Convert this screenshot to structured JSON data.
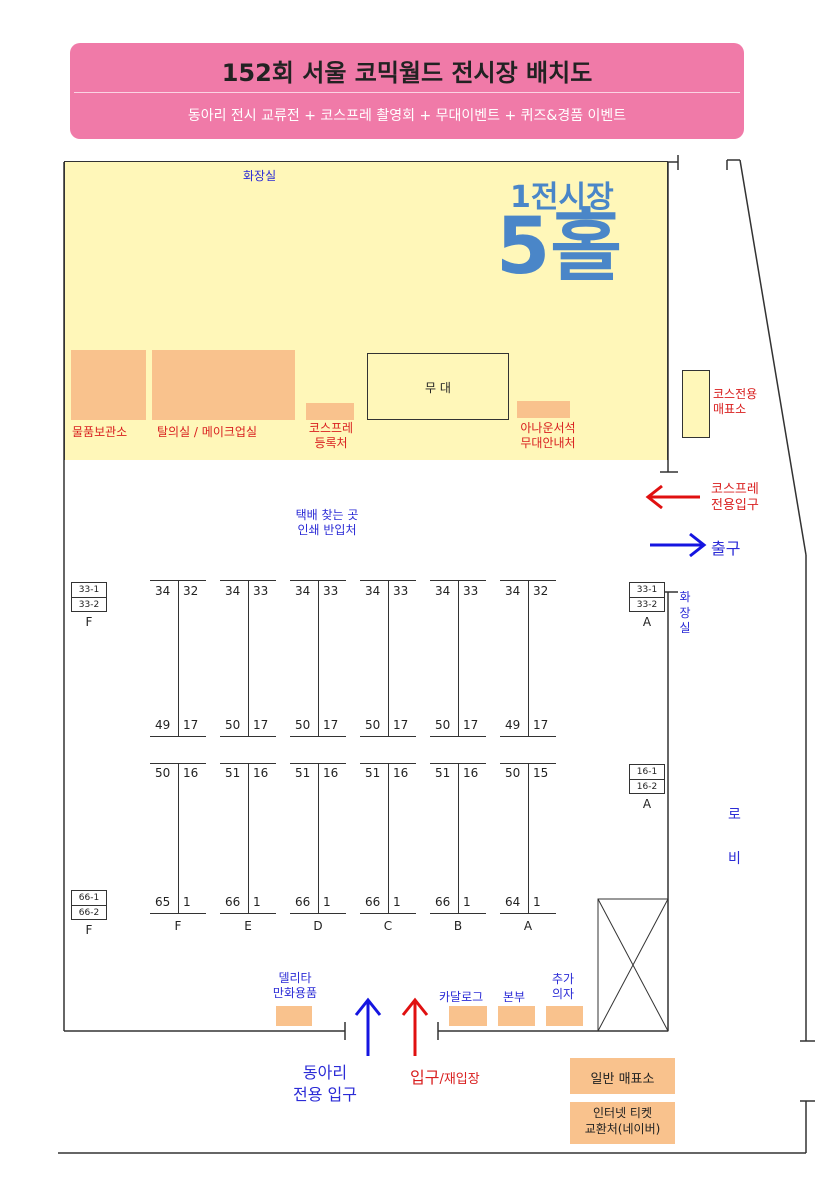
{
  "banner": {
    "title": "152회 서울 코믹월드 전시장 배치도",
    "subtitle": "동아리 전시 교류전 + 코스프레 촬영회 + 무대이벤트 + 퀴즈&경품 이벤트",
    "bg_color": "#f07aa8"
  },
  "hall": {
    "hall_label": "1전시장",
    "hall_number": "5홀",
    "toilet_top": "화장실",
    "stage": "무 대",
    "storage": "물품보관소",
    "dressing": "탈의실 / 메이크업실",
    "cos_register": "코스프레\n등록처",
    "announcer": "아나운서석\n무대안내처",
    "delivery": "택배 찾는 곳\n인쇄 반입처",
    "cos_ticket": "코스전용\n매표소",
    "cos_entrance": "코스프레\n전용입구",
    "exit": "출구",
    "toilet_side": "화\n장\n실",
    "lobby_1": "로",
    "lobby_2": "비",
    "delta": "델리타\n만화용품",
    "catalog": "카달로그",
    "hq": "본부",
    "extra_chairs": "추가\n의자",
    "club_entrance": "동아리\n전용 입구",
    "entrance_main": "입구",
    "entrance_re": "/재입장",
    "general_ticket": "일반 매표소",
    "internet_ticket": "인터넷 티켓\n교환처(네이버)",
    "colors": {
      "yellow_area": "#fff7b9",
      "booth": "#f9c28d",
      "blue_text": "#2b2bd6",
      "red_text": "#d92020",
      "hall_text": "#4a86c8"
    }
  },
  "booths": {
    "columns_top": [
      {
        "a": "34",
        "b": "32",
        "c": "49",
        "d": "17"
      },
      {
        "a": "34",
        "b": "33",
        "c": "50",
        "d": "17"
      },
      {
        "a": "34",
        "b": "33",
        "c": "50",
        "d": "17"
      },
      {
        "a": "34",
        "b": "33",
        "c": "50",
        "d": "17"
      },
      {
        "a": "34",
        "b": "33",
        "c": "50",
        "d": "17"
      },
      {
        "a": "34",
        "b": "32",
        "c": "49",
        "d": "17"
      }
    ],
    "columns_bottom": [
      {
        "a": "50",
        "b": "16",
        "c": "65",
        "d": "1",
        "row": "F"
      },
      {
        "a": "51",
        "b": "16",
        "c": "66",
        "d": "1",
        "row": "E"
      },
      {
        "a": "51",
        "b": "16",
        "c": "66",
        "d": "1",
        "row": "D"
      },
      {
        "a": "51",
        "b": "16",
        "c": "66",
        "d": "1",
        "row": "C"
      },
      {
        "a": "51",
        "b": "16",
        "c": "66",
        "d": "1",
        "row": "B"
      },
      {
        "a": "50",
        "b": "15",
        "c": "64",
        "d": "1",
        "row": "A"
      }
    ],
    "side_boxes": [
      {
        "top": "33-1",
        "bottom": "33-2",
        "row": "F"
      },
      {
        "top": "66-1",
        "bottom": "66-2",
        "row": "F"
      },
      {
        "top": "33-1",
        "bottom": "33-2",
        "row": "A"
      },
      {
        "top": "16-1",
        "bottom": "16-2",
        "row": "A"
      }
    ]
  }
}
